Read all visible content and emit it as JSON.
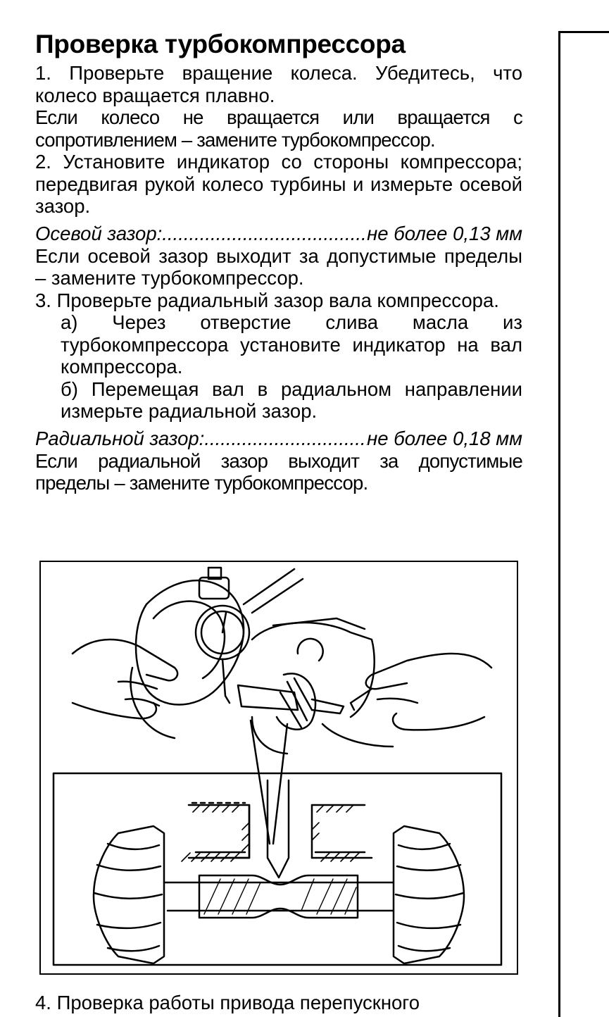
{
  "title": "Проверка турбокомпрессора",
  "step1": {
    "text": "1. Проверьте вращение колеса. Убедитесь, что колесо вращается плавно.",
    "note": "Если колесо не вращается или вращается с сопротивлением – замените турбокомпрессор."
  },
  "step2": {
    "text": "2. Установите индикатор со стороны компрессора; передвигая рукой колесо турбины и измерьте осевой зазор.",
    "spec_label": "Осевой зазор:",
    "spec_value": "не более 0,13 мм",
    "note": "Если осевой зазор выходит за допустимые пределы – замените турбокомпрессор."
  },
  "step3": {
    "text": "3. Проверьте радиальный зазор вала компрессора.",
    "sub_a": "а) Через отверстие слива масла из турбокомпрессора установите индикатор на вал компрессора.",
    "sub_b": "б) Перемещая вал в радиальном направлении измерьте радиальной зазор.",
    "spec_label": "Радиальной зазор:",
    "spec_value": "не более 0,18 мм",
    "note": "Если радиальной зазор выходит за допустимые пределы – замените турбокомпрессор."
  },
  "figure": {
    "icon": "turbocharger-radial-clearance-illustration"
  },
  "next_step_partial": "4. Проверка работы привода перепускного"
}
